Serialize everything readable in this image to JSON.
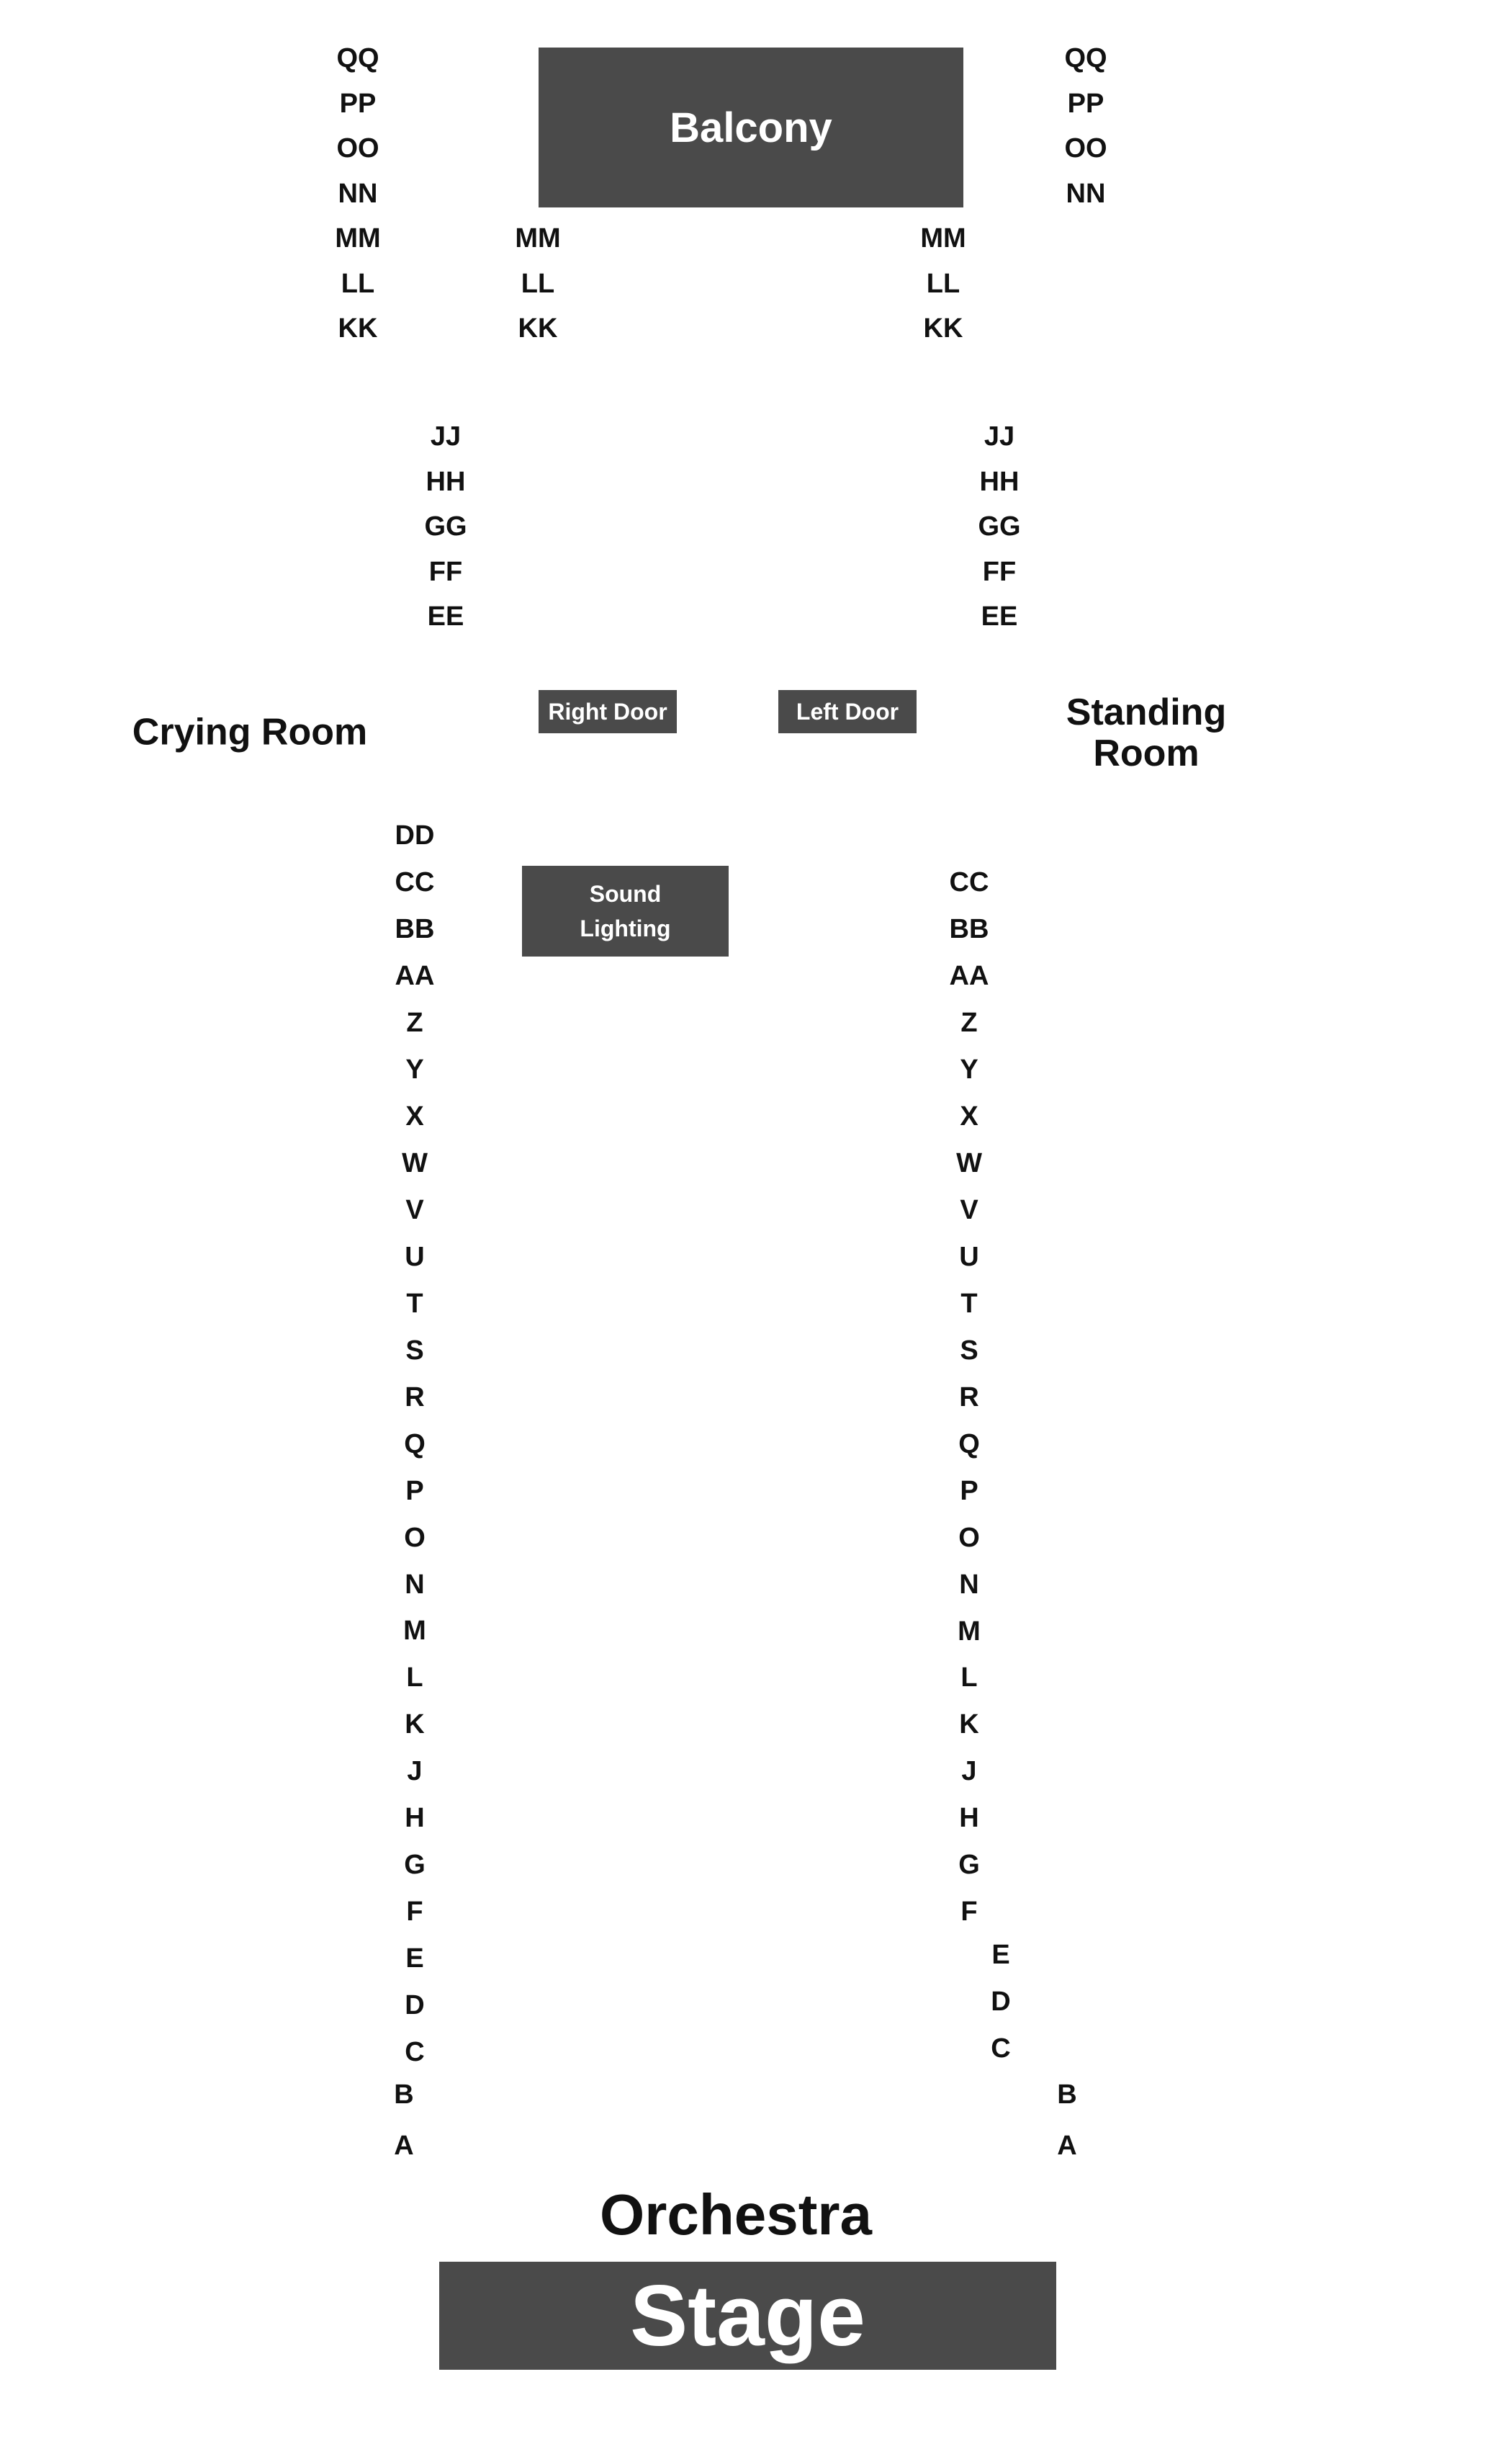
{
  "labels": {
    "balcony": "Balcony",
    "right_door": "Right Door",
    "left_door": "Left Door",
    "crying_room": "Crying Room",
    "standing_room_line1": "Standing",
    "standing_room_line2": "Room",
    "sound": "Sound",
    "lighting": "Lighting",
    "orchestra": "Orchestra",
    "stage": "Stage"
  },
  "rows": {
    "balcony_left": [
      "QQ",
      "PP",
      "OO",
      "NN",
      "MM",
      "LL",
      "KK"
    ],
    "balcony_right": [
      "QQ",
      "PP",
      "OO",
      "NN"
    ],
    "balcony_inner_left": [
      "MM",
      "LL",
      "KK"
    ],
    "balcony_inner_right": [
      "MM",
      "LL",
      "KK"
    ],
    "rear_left": [
      "JJ",
      "HH",
      "GG",
      "FF",
      "EE"
    ],
    "rear_right": [
      "JJ",
      "HH",
      "GG",
      "FF",
      "EE"
    ],
    "orchestra_left": [
      "DD",
      "CC",
      "BB",
      "AA",
      "Z",
      "Y",
      "X",
      "W",
      "V",
      "U",
      "T",
      "S",
      "R",
      "Q",
      "P",
      "O",
      "N",
      "M",
      "L",
      "K",
      "J",
      "H",
      "G",
      "F",
      "E",
      "D",
      "C"
    ],
    "orchestra_right": [
      "CC",
      "BB",
      "AA",
      "Z",
      "Y",
      "X",
      "W",
      "V",
      "U",
      "T",
      "S",
      "R",
      "Q",
      "P",
      "O",
      "N",
      "M",
      "L",
      "K",
      "J",
      "H",
      "G",
      "F"
    ],
    "orchestra_right_front": [
      "E",
      "D",
      "C"
    ],
    "front_left": [
      "B",
      "A"
    ],
    "front_right": [
      "B",
      "A"
    ]
  },
  "colors": {
    "block_fill": "#4a4a4a",
    "block_text": "#ffffff",
    "label_text": "#111111",
    "background": "#ffffff"
  }
}
